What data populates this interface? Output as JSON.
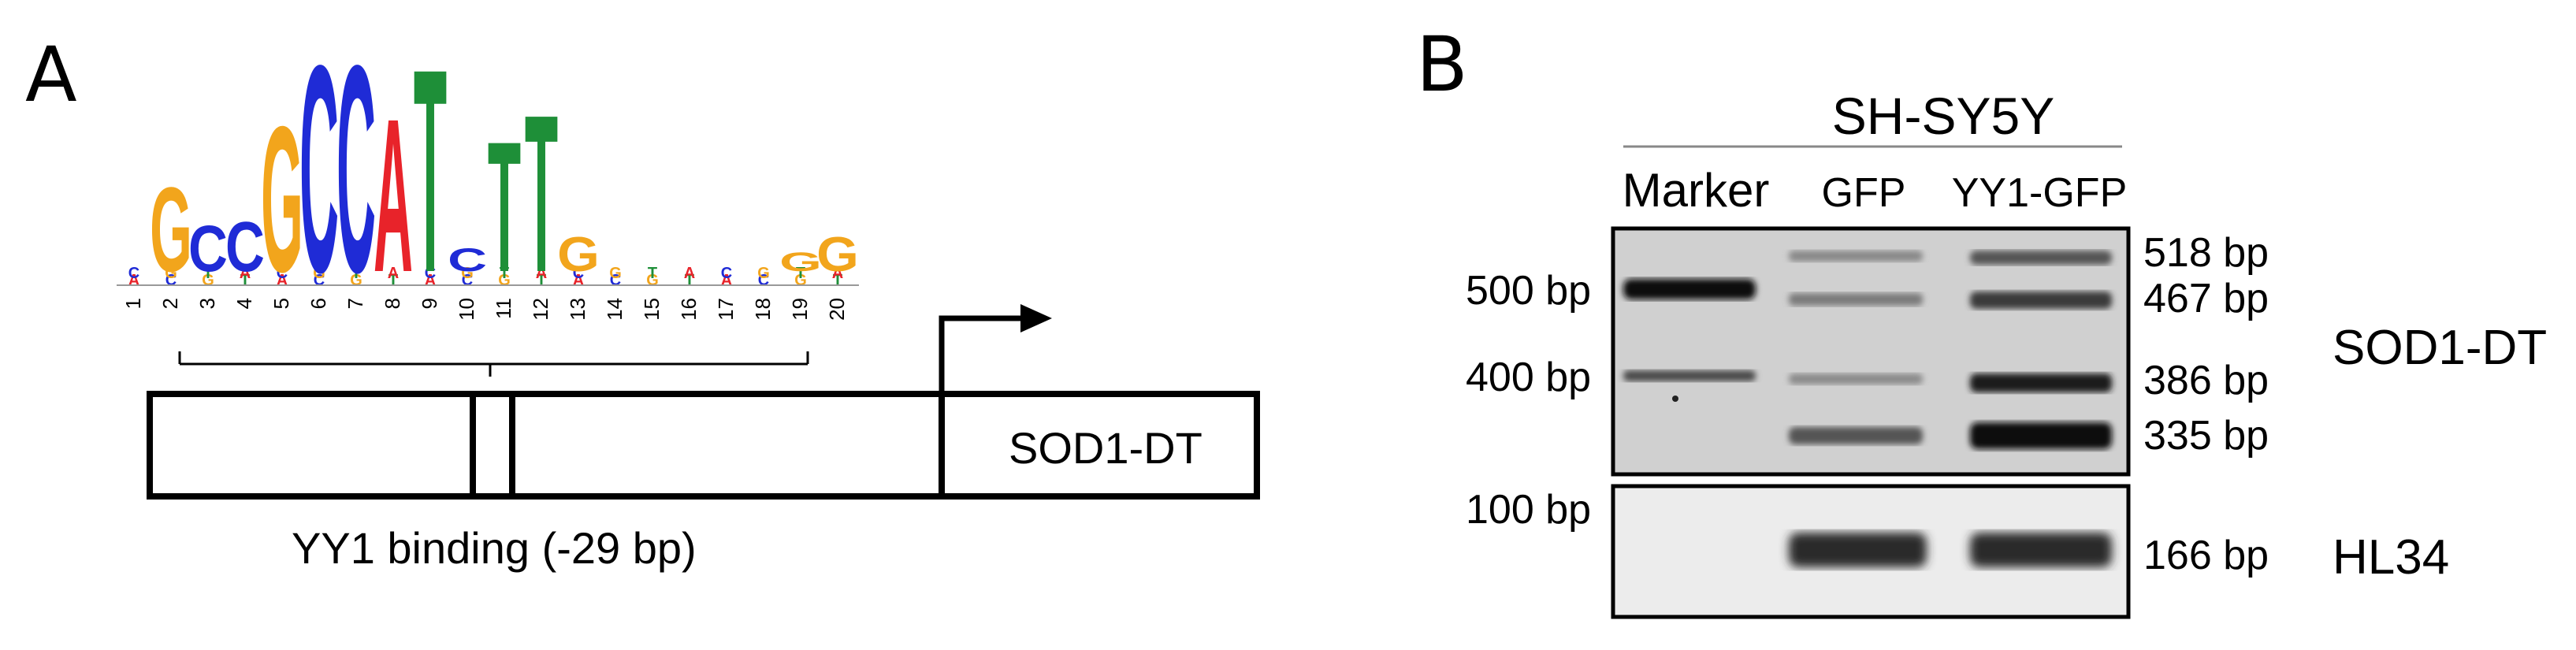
{
  "panel_a": {
    "letter": "A",
    "logo": {
      "positions": [
        "1",
        "2",
        "3",
        "4",
        "5",
        "6",
        "7",
        "8",
        "9",
        "10",
        "11",
        "12",
        "13",
        "14",
        "15",
        "16",
        "17",
        "18",
        "19",
        "20"
      ],
      "top_letters": [
        "",
        "G",
        "C",
        "C",
        "G",
        "C",
        "C",
        "A",
        "T",
        "C",
        "T",
        "T",
        "G",
        "",
        "",
        "",
        "",
        "",
        "G",
        "G"
      ],
      "colors": {
        "A": "#e8232a",
        "C": "#1f2bd6",
        "G": "#f2a51c",
        "T": "#1e8f38"
      }
    },
    "construct_label": "SOD1-DT",
    "binding_label": "YY1 binding (-29 bp)"
  },
  "panel_b": {
    "letter": "B",
    "cell_line": "SH-SY5Y",
    "lanes": [
      "Marker",
      "GFP",
      "YY1-GFP"
    ],
    "left_markers": [
      "500 bp",
      "400 bp",
      "100 bp"
    ],
    "right_bands_top": [
      "518 bp",
      "467 bp",
      "386 bp",
      "335 bp"
    ],
    "right_bands_bottom": [
      "166 bp"
    ],
    "gene_top": "SOD1-DT",
    "gene_bottom": "HL34"
  }
}
